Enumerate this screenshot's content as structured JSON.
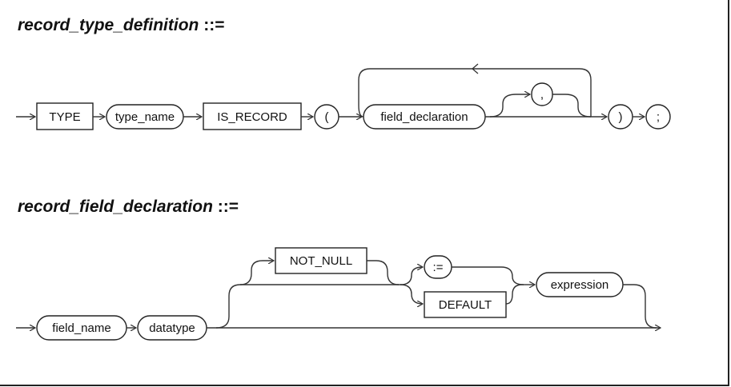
{
  "diagrams": {
    "record_type_definition": {
      "title_name": "record_type_definition",
      "title_suffix": " ::=",
      "keyword_type": "TYPE",
      "type_name": "type_name",
      "keyword_is_record": "IS_RECORD",
      "open_paren": "(",
      "field_declaration": "field_declaration",
      "comma": ",",
      "close_paren": ")",
      "semicolon": ";"
    },
    "record_field_declaration": {
      "title_name": "record_field_declaration",
      "title_suffix": " ::=",
      "field_name": "field_name",
      "datatype": "datatype",
      "keyword_not_null": "NOT_NULL",
      "assign_operator": ":=",
      "keyword_default": "DEFAULT",
      "expression": "expression"
    }
  }
}
